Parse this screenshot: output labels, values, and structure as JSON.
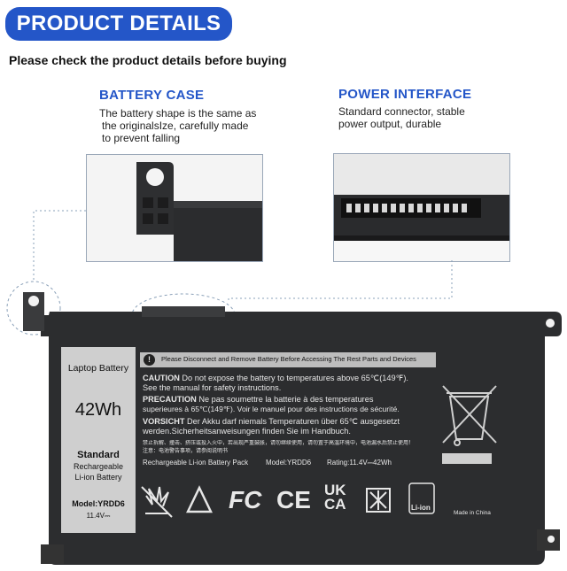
{
  "banner": {
    "title": "PRODUCT DETAILS"
  },
  "subtitle": "Please check the product details before buying",
  "battery_case": {
    "heading": "BATTERY CASE",
    "lines": [
      "The battery shape is the same as",
      "the originalsIze, carefully made",
      "to prevent falling"
    ]
  },
  "power_interface": {
    "heading": "POWER INTERFACE",
    "lines": [
      "Standard connector, stable",
      "power output, durable"
    ]
  },
  "battery": {
    "label_card": {
      "title": "Laptop Battery",
      "capacity": "42Wh",
      "standard": "Standard",
      "rechargeable": "Rechargeable",
      "chemistry": "Li-ion Battery",
      "model": "Model:YRDD6",
      "voltage": "11.4V⎓"
    },
    "warning_bar": "Please Disconnect and Remove Battery Before Accessing The Rest Parts and Devices",
    "caution_label": "CAUTION",
    "caution_text": "Do not expose the battery to temperatures above 65℃(149℉).",
    "caution_text2": "See the manual for safety instructions.",
    "precaution_label": "PRECAUTION",
    "precaution_text": "Ne pas soumettre la batterie à des temperatures",
    "precaution_text2": "superieures à 65℃(149℉). Voir le manuel pour des instructions de sécurité.",
    "vorsicht_label": "VORSICHT",
    "vorsicht_text": "Der Akku darf niemals Temperaturen über 65℃ ausgesetzt",
    "vorsicht_text2": "werden.Sicherheitsanweisungen finden Sie im Handbuch.",
    "chinese_line1": "禁止拆解、撞击、挤压或投入火中，若出现严重鼓胀，请勿继续使用，请勿置于高温环境中，电池漏水后禁止使用！",
    "chinese_line2": "注意：电池警告事项，请参阅说明书",
    "pack_type": "Rechargeable Li-ion Battery Pack",
    "model": "Model:YRDD6",
    "rating": "Rating:11.4V⎓42Wh",
    "made_in": "Made in China",
    "icons": {
      "warning": "!",
      "fc": "FC",
      "ce": "CE",
      "ukca_top": "UK",
      "ukca_bottom": "CA",
      "recycle_label": "Li-ion"
    }
  }
}
